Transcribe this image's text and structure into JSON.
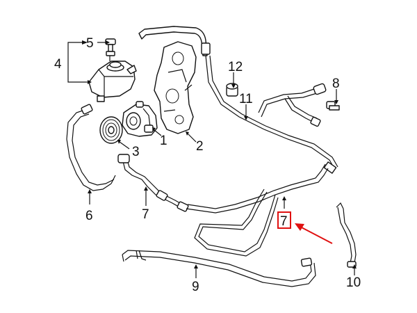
{
  "diagram": {
    "callouts": [
      {
        "id": "c1",
        "text": "1"
      },
      {
        "id": "c2",
        "text": "2"
      },
      {
        "id": "c3",
        "text": "3"
      },
      {
        "id": "c4",
        "text": "4"
      },
      {
        "id": "c5",
        "text": "5"
      },
      {
        "id": "c6",
        "text": "6"
      },
      {
        "id": "c7a",
        "text": "7"
      },
      {
        "id": "c7b",
        "text": "7"
      },
      {
        "id": "c8",
        "text": "8"
      },
      {
        "id": "c9",
        "text": "9"
      },
      {
        "id": "c10",
        "text": "10"
      },
      {
        "id": "c11",
        "text": "11"
      },
      {
        "id": "c12",
        "text": "12"
      }
    ],
    "highlight": {
      "callout": "7",
      "box_color": "#e01010",
      "arrow_color": "#e01010"
    }
  }
}
